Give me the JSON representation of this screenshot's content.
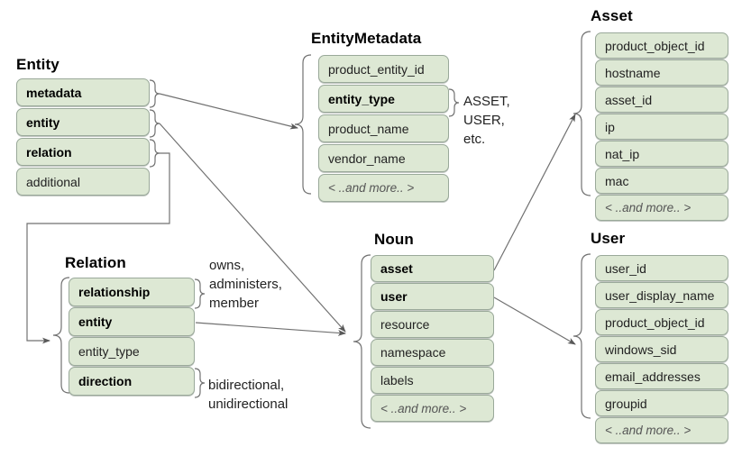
{
  "diagram": {
    "title_hidden": "UDM Entity data model",
    "palette": {
      "field_fill": "#dde8d4",
      "field_border": "#9aa99a",
      "wire": "#666666",
      "text": "#222222",
      "background": "#ffffff"
    },
    "groups": [
      {
        "id": "entity",
        "title": "Entity",
        "fields": [
          {
            "label": "metadata",
            "bold": true
          },
          {
            "label": "entity",
            "bold": true
          },
          {
            "label": "relation",
            "bold": true
          },
          {
            "label": "additional",
            "bold": false
          }
        ]
      },
      {
        "id": "entitymetadata",
        "title": "EntityMetadata",
        "fields": [
          {
            "label": "product_entity_id",
            "bold": false
          },
          {
            "label": "entity_type",
            "bold": true
          },
          {
            "label": "product_name",
            "bold": false
          },
          {
            "label": "vendor_name",
            "bold": false
          },
          {
            "label": "< ..and more.. >",
            "bold": false,
            "more": true
          }
        ]
      },
      {
        "id": "asset",
        "title": "Asset",
        "fields": [
          {
            "label": "product_object_id",
            "bold": false
          },
          {
            "label": "hostname",
            "bold": false
          },
          {
            "label": "asset_id",
            "bold": false
          },
          {
            "label": "ip",
            "bold": false
          },
          {
            "label": "nat_ip",
            "bold": false
          },
          {
            "label": "mac",
            "bold": false
          },
          {
            "label": "< ..and more.. >",
            "bold": false,
            "more": true
          }
        ]
      },
      {
        "id": "relation",
        "title": "Relation",
        "fields": [
          {
            "label": "relationship",
            "bold": true
          },
          {
            "label": "entity",
            "bold": true
          },
          {
            "label": "entity_type",
            "bold": false
          },
          {
            "label": "direction",
            "bold": true
          }
        ]
      },
      {
        "id": "noun",
        "title": "Noun",
        "fields": [
          {
            "label": "asset",
            "bold": true
          },
          {
            "label": "user",
            "bold": true
          },
          {
            "label": "resource",
            "bold": false
          },
          {
            "label": "namespace",
            "bold": false
          },
          {
            "label": "labels",
            "bold": false
          },
          {
            "label": "< ..and more.. >",
            "bold": false,
            "more": true
          }
        ]
      },
      {
        "id": "user",
        "title": "User",
        "fields": [
          {
            "label": "user_id",
            "bold": false
          },
          {
            "label": "user_display_name",
            "bold": false
          },
          {
            "label": "product_object_id",
            "bold": false
          },
          {
            "label": "windows_sid",
            "bold": false
          },
          {
            "label": "email_addresses",
            "bold": false
          },
          {
            "label": "groupid",
            "bold": false
          },
          {
            "label": "< ..and more.. >",
            "bold": false,
            "more": true
          }
        ]
      }
    ],
    "notes": [
      {
        "id": "entity-type-values",
        "text": "ASSET,\nUSER,\netc."
      },
      {
        "id": "relationship-values",
        "text": "owns,\nadministers,\nmember"
      },
      {
        "id": "direction-values",
        "text": "bidirectional,\nunidirectional"
      }
    ]
  }
}
